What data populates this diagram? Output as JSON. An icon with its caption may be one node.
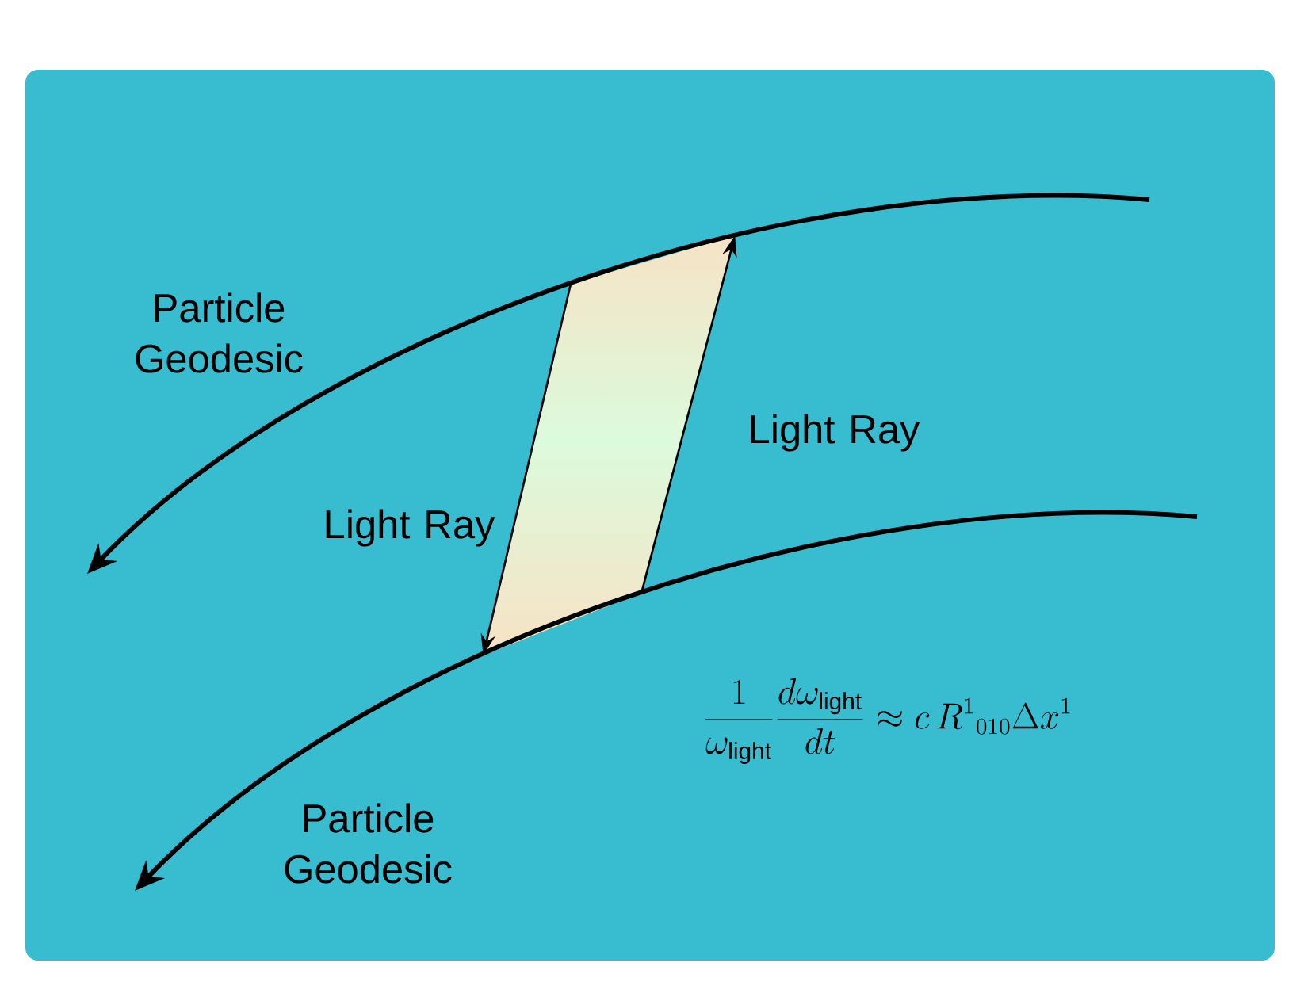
{
  "diagram": {
    "labels": [
      "Particle Geodesic",
      "Light Ray",
      "Light Ray",
      "Particle Geodesic",
      "\\frac{1}{\\omega_{\\mathrm{light}}}\\frac{d\\omega_{\\mathrm{light}}}{dt}\\approx c\\,R^{1}{}_{010}\\Delta x^{1}"
    ]
  }
}
